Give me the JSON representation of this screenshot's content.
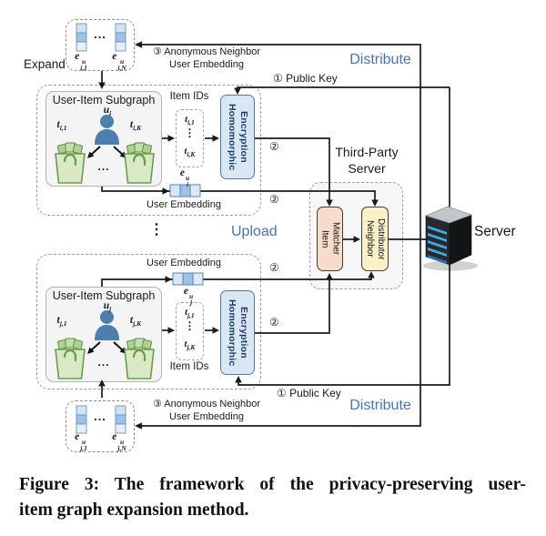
{
  "annotations": {
    "expand": "Expand",
    "upload": "Upload",
    "distribute": "Distribute",
    "public_key": "① Public Key",
    "anonymous_line1": "③ Anonymous Neighbor",
    "anonymous_line2": "User Embedding",
    "step2": "②",
    "vdots": "⋮",
    "hdots": "..."
  },
  "client_top": {
    "subgraph_title": "User-Item Subgraph",
    "user_label": {
      "base": "u",
      "sub": "i"
    },
    "item_left": {
      "base": "t",
      "sub": "i,1"
    },
    "item_right": {
      "base": "t",
      "sub": "i,K"
    },
    "item_ids_title": "Item IDs",
    "id_first": {
      "base": "t",
      "sub": "i,1"
    },
    "id_last": {
      "base": "t",
      "sub": "i,K"
    },
    "encryption_label": "Homomorphic\nEncryption",
    "user_embedding_label": "User Embedding",
    "embedding": {
      "base": "e",
      "sup": "u",
      "sub": "i"
    },
    "expanded_first": {
      "base": "e",
      "sup": "u",
      "sub": "i,1"
    },
    "expanded_last": {
      "base": "e",
      "sup": "u",
      "sub": "i,N"
    }
  },
  "client_bottom": {
    "subgraph_title": "User-Item Subgraph",
    "user_label": {
      "base": "u",
      "sub": "j"
    },
    "item_left": {
      "base": "t",
      "sub": "j,1"
    },
    "item_right": {
      "base": "t",
      "sub": "j,K"
    },
    "item_ids_title": "Item IDs",
    "id_first": {
      "base": "t",
      "sub": "j,1"
    },
    "id_last": {
      "base": "t",
      "sub": "j,K"
    },
    "encryption_label": "Homomorphic\nEncryption",
    "user_embedding_label": "User Embedding",
    "embedding": {
      "base": "e",
      "sup": "u",
      "sub": "j"
    },
    "expanded_first": {
      "base": "e",
      "sup": "u",
      "sub": "j,1"
    },
    "expanded_last": {
      "base": "e",
      "sup": "u",
      "sub": "j,N"
    }
  },
  "third_party": {
    "title": "Third-Party\nServer",
    "item_matcher": "Item\nMatcher",
    "neighbor_distributor": "Neighbor\nDistributor"
  },
  "server": {
    "label": "Server"
  },
  "caption": {
    "line1": "Figure 3: The framework of the privacy-preserving user-",
    "line2": "item graph expansion method."
  }
}
